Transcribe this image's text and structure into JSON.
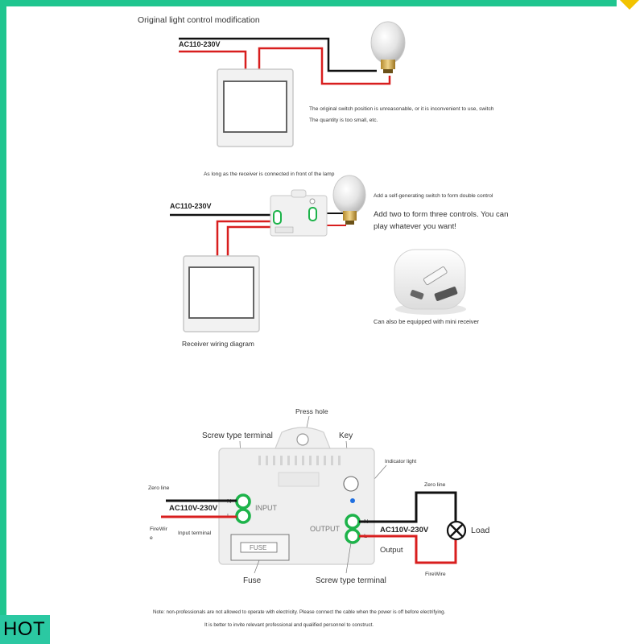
{
  "section1": {
    "title": "Original light control modification",
    "voltage": "AC110-230V",
    "note_line1": "The original switch position is unreasonable, or it is inconvenient to use, switch",
    "note_line2": "The quantity is too small, etc."
  },
  "section2": {
    "caption": "As long as the receiver is connected in front of the lamp",
    "voltage": "AC110-230V",
    "note_small": "Add a self-generating switch to form double control",
    "note_large_line1": "Add two to form three controls. You can",
    "note_large_line2": "play whatever you want!",
    "mini_caption": "Can also be equipped with mini receiver",
    "wiring_caption": "Receiver wiring diagram"
  },
  "section3": {
    "press_hole": "Press hole",
    "screw_terminal_top": "Screw type terminal",
    "key": "Key",
    "indicator": "Indicator light",
    "zero_line_left": "Zero line",
    "ac_left": "AC110V-230V",
    "firewire_left_line1": "FireWir",
    "firewire_left_line2": "e",
    "input_terminal": "Input terminal",
    "n_left": "N",
    "l_left": "L",
    "input": "INPUT",
    "output": "OUTPUT",
    "n_right": "N",
    "l_right": "L",
    "zero_line_right": "Zero line",
    "ac_right": "AC110V-230V",
    "load": "Load",
    "output_label": "Output",
    "firewire_right": "FireWire",
    "fuse_box": "FUSE",
    "fuse": "Fuse",
    "screw_terminal_bottom": "Screw type terminal"
  },
  "footer": {
    "note_line1": "Note: non-professionals are not allowed to operate with electricity. Please connect the cable when the power is off before electrifying.",
    "note_line2": "It is better to invite relevant professional and qualified personnel to construct."
  },
  "badge": {
    "label": "HOT"
  },
  "colors": {
    "live_wire": "#d81e1e",
    "neutral_wire": "#111111",
    "terminal": "#1db34a",
    "indicator": "#1f6fe0",
    "frame": "#1fc58f"
  }
}
